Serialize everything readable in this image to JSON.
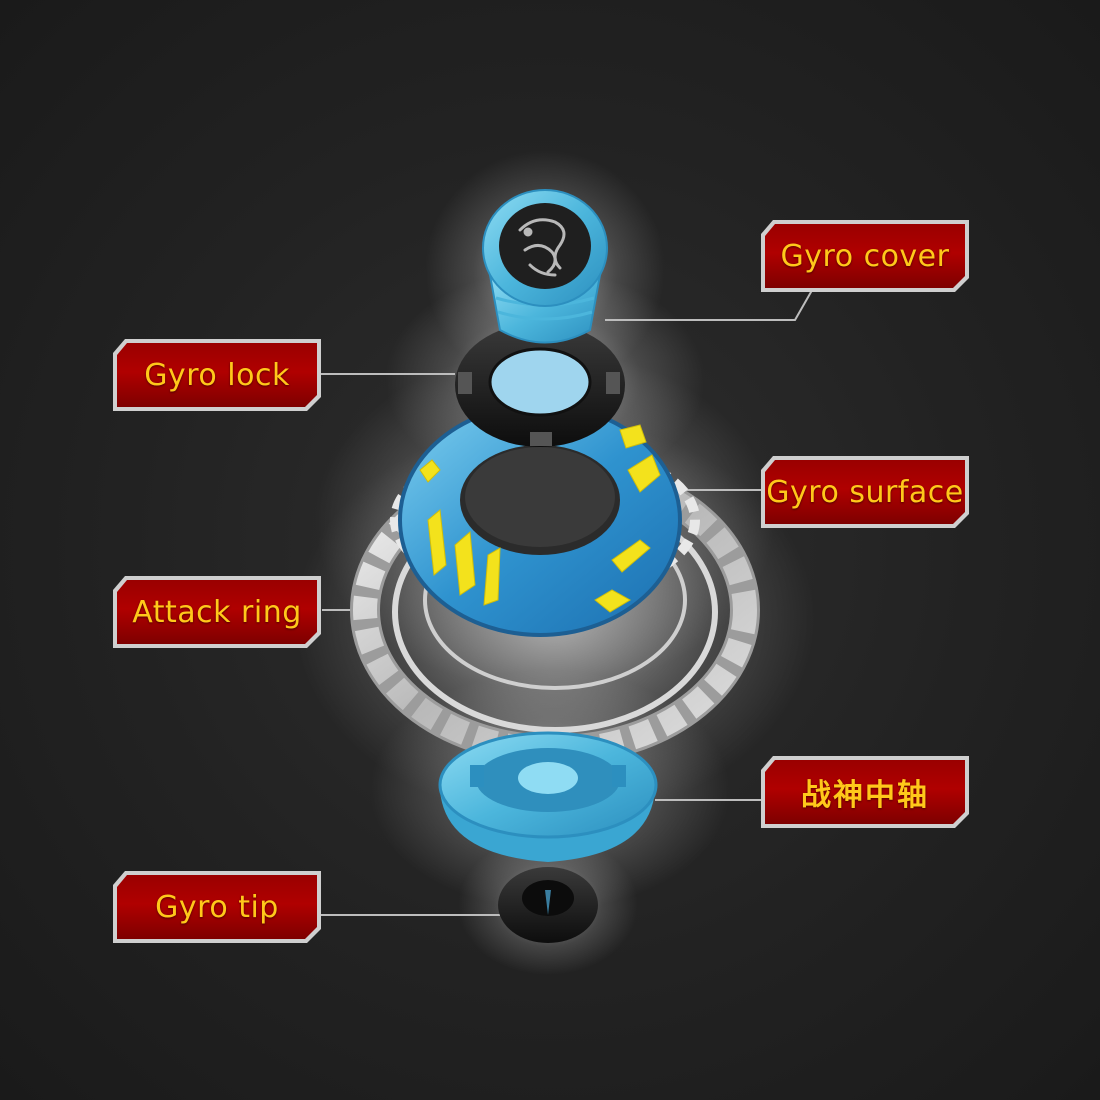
{
  "labels": {
    "gyro_cover": "Gyro cover",
    "gyro_lock": "Gyro lock",
    "gyro_surface": "Gyro surface",
    "attack_ring": "Attack ring",
    "center_axis": "战神中轴",
    "gyro_tip": "Gyro tip"
  },
  "colors": {
    "background": "#222222",
    "label_fill": "#a80000",
    "label_border": "#cfcfcf",
    "label_text": "#ffc81a",
    "part_blue": "#5fc3e4",
    "part_yellow": "#f3e21c",
    "part_black": "#1a1a1a",
    "part_silver": "#c8c8c8",
    "leader_line": "#bdbdbd"
  },
  "parts": [
    {
      "name": "gyro-cover",
      "icon": "dragon-emblem-icon"
    },
    {
      "name": "gyro-lock"
    },
    {
      "name": "gyro-surface"
    },
    {
      "name": "attack-ring"
    },
    {
      "name": "center-axis"
    },
    {
      "name": "gyro-tip"
    }
  ]
}
